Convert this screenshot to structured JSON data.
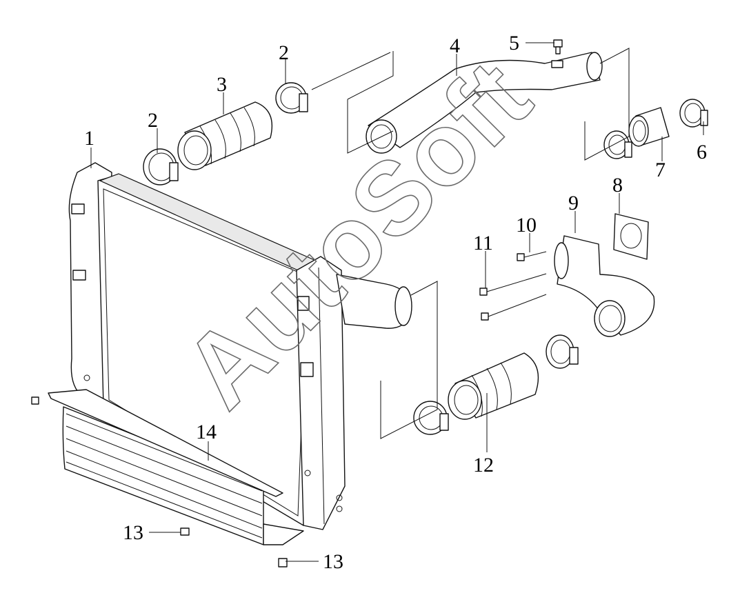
{
  "watermark": "AutoSoft",
  "callouts": [
    {
      "id": "c1",
      "text": "1"
    },
    {
      "id": "c2a",
      "text": "2"
    },
    {
      "id": "c2b",
      "text": "2"
    },
    {
      "id": "c3",
      "text": "3"
    },
    {
      "id": "c4",
      "text": "4"
    },
    {
      "id": "c5",
      "text": "5"
    },
    {
      "id": "c6",
      "text": "6"
    },
    {
      "id": "c7",
      "text": "7"
    },
    {
      "id": "c8",
      "text": "8"
    },
    {
      "id": "c9",
      "text": "9"
    },
    {
      "id": "c10",
      "text": "10"
    },
    {
      "id": "c11",
      "text": "11"
    },
    {
      "id": "c12",
      "text": "12"
    },
    {
      "id": "c13a",
      "text": "13"
    },
    {
      "id": "c13b",
      "text": "13"
    },
    {
      "id": "c14",
      "text": "14"
    }
  ]
}
